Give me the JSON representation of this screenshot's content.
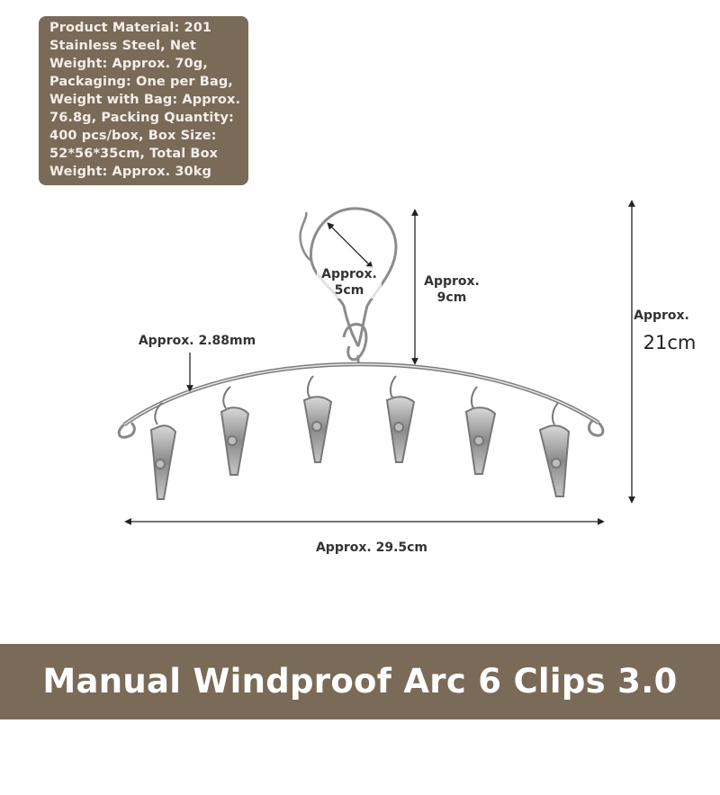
{
  "spec": {
    "text": "Product Material: 201\nStainless Steel, Net\nWeight: Approx. 70g,\nPackaging: One per Bag,\nWeight with Bag: Approx.\n76.8g, Packing Quantity:\n400 pcs/box, Box Size:\n52*56*35cm, Total Box\nWeight: Approx. 30kg"
  },
  "dimensions": {
    "hook_diameter": "Approx.\n5cm",
    "hook_height": "Approx.\n9cm",
    "total_height_label": "Approx.",
    "total_height_value": "21cm",
    "wire_thickness": "Approx. 2.88mm",
    "width": "Approx. 29.5cm"
  },
  "banner": {
    "title": "Manual Windproof Arc 6 Clips 3.0 Wire"
  },
  "colors": {
    "banner_bg": "#7a6a58",
    "spec_bg": "#7a6a58",
    "metal": "#8a8a8a"
  }
}
